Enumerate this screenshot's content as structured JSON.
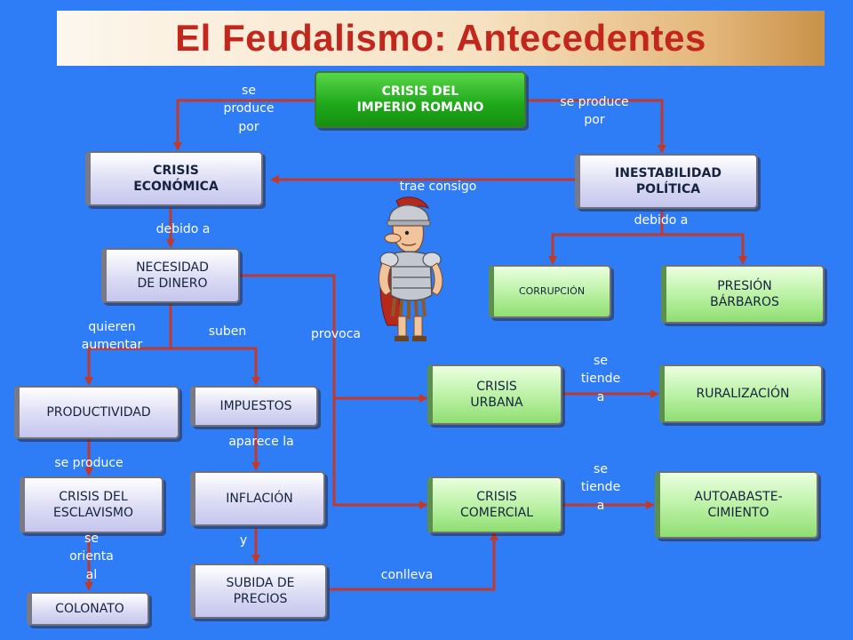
{
  "title": "El Feudalismo:  Antecedentes",
  "nodes": {
    "crisis_imperio": "CRISIS DEL\nIMPERIO ROMANO",
    "crisis_economica": "CRISIS\nECONÓMICA",
    "inestabilidad": "INESTABILIDAD\nPOLÍTICA",
    "necesidad": "NECESIDAD\nDE DINERO",
    "corrupcion": "CORRUPCIÓN",
    "presion": "PRESIÓN\nBÁRBAROS",
    "productividad": "PRODUCTIVIDAD",
    "impuestos": "IMPUESTOS",
    "crisis_urbana": "CRISIS\nURBANA",
    "ruralizacion": "RURALIZACIÓN",
    "crisis_esclavismo": "CRISIS DEL\nESCLAVISMO",
    "inflacion": "INFLACIÓN",
    "crisis_comercial": "CRISIS\nCOMERCIAL",
    "autoabastecimiento": "AUTOABASTE-\nCIMIENTO",
    "colonato": "COLONATO",
    "subida": "SUBIDA DE\nPRECIOS"
  },
  "labels": {
    "se_produce_por_left": "se\nproduce\npor",
    "se_produce_por_right": "se produce\npor",
    "trae_consigo": "trae consigo",
    "debido_a_left": "debido a",
    "debido_a_right": "debido a",
    "quieren_aumentar": "quieren\naumentar",
    "suben": "suben",
    "provoca": "provoca",
    "se_tiende_a_1": "se\ntiende\na",
    "se_tiende_a_2": "se\ntiende\na",
    "aparece_la": "aparece la",
    "se_produce": "se produce",
    "se_orienta_al": "se\norienta\nal",
    "y": "y",
    "conlleva": "conlleva"
  },
  "colors": {
    "background": "#2f7df6",
    "connector": "#c0392b",
    "title_text": "#c2261c",
    "root_node": "#1fa81a",
    "lavender_node": "#c4c6ee",
    "green_node": "#b9f0a2"
  },
  "icons": [
    "roman-soldier-illustration"
  ]
}
